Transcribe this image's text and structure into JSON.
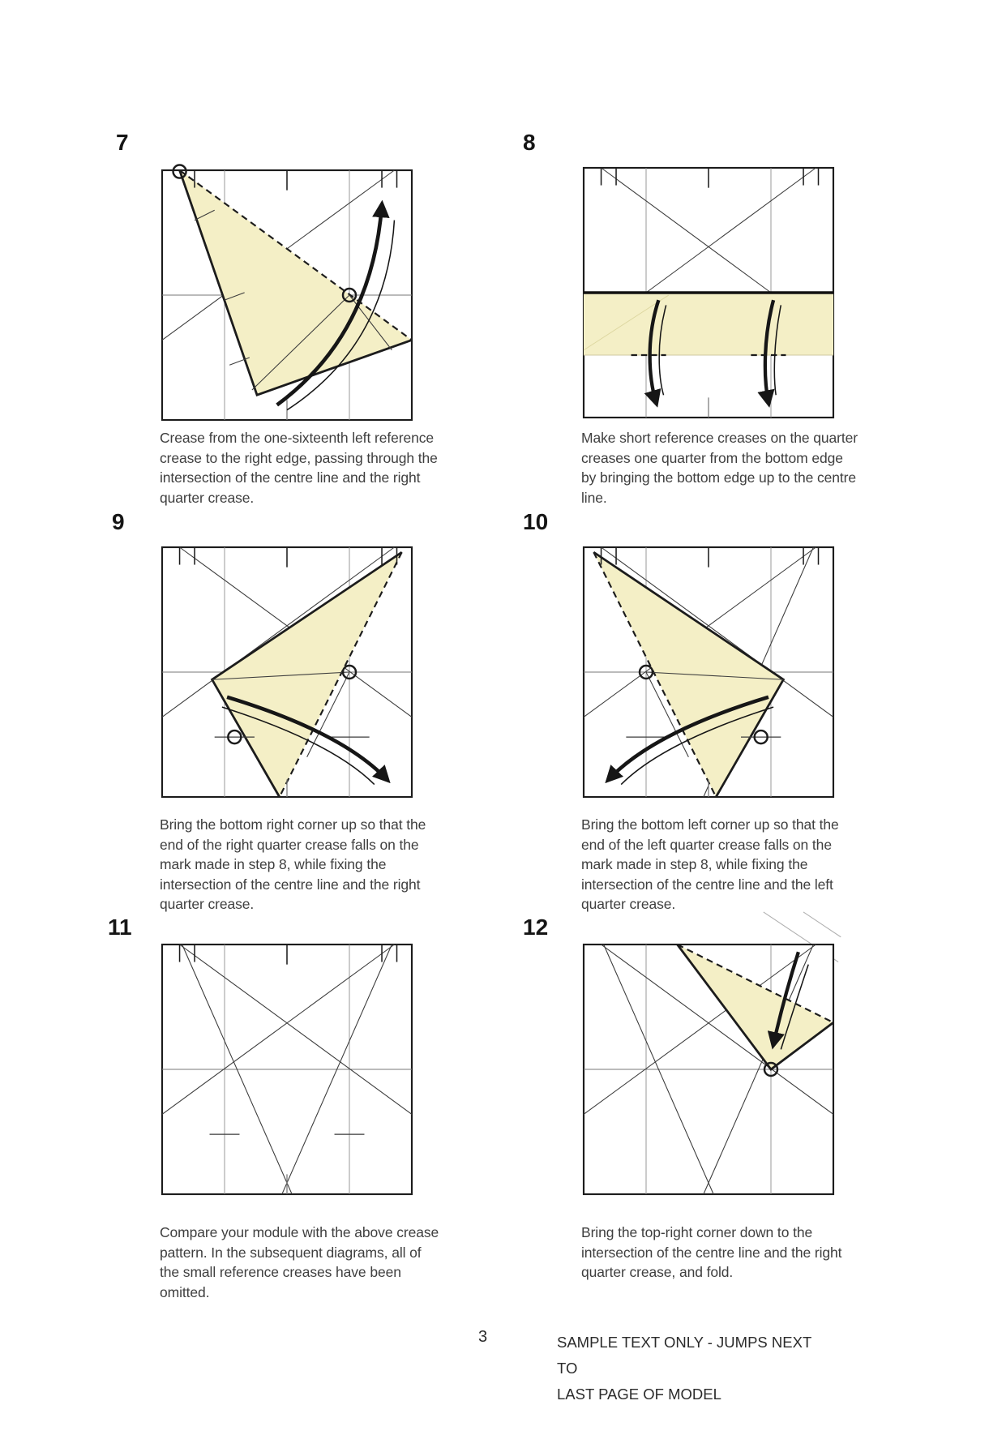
{
  "page": {
    "number": "3"
  },
  "footer": {
    "line1": "SAMPLE TEXT ONLY - JUMPS NEXT TO",
    "line2": "LAST PAGE OF MODEL"
  },
  "steps": [
    {
      "number": "7",
      "caption": "Crease from the one-sixteenth left reference crease to the right edge, passing through the intersection of the centre line and the right quarter crease."
    },
    {
      "number": "8",
      "caption": "Make short reference creases on the quarter creases one quarter from the bottom edge by bringing the bottom edge up to the centre line."
    },
    {
      "number": "9",
      "caption": "Bring the bottom right corner up so that the end of the right quarter crease falls on the mark made in step 8, while fixing the intersection of the centre line and the right quarter crease."
    },
    {
      "number": "10",
      "caption": "Bring the bottom left corner up so that the end of the left quarter crease falls on the mark made in step 8, while fixing the intersection of the centre line and the left quarter crease."
    },
    {
      "number": "11",
      "caption": "Compare your module with the above crease pattern. In the subsequent diagrams, all of the small reference creases have been omitted."
    },
    {
      "number": "12",
      "caption": "Bring the top-right corner down to the intersection of the centre line and the right quarter crease, and fold."
    }
  ],
  "colors": {
    "paper_highlight": "#f4efc6",
    "outline": "#1c1c1c",
    "thin_crease": "#3c3c3c",
    "light_crease": "#909090",
    "text": "#3f3f3f"
  }
}
